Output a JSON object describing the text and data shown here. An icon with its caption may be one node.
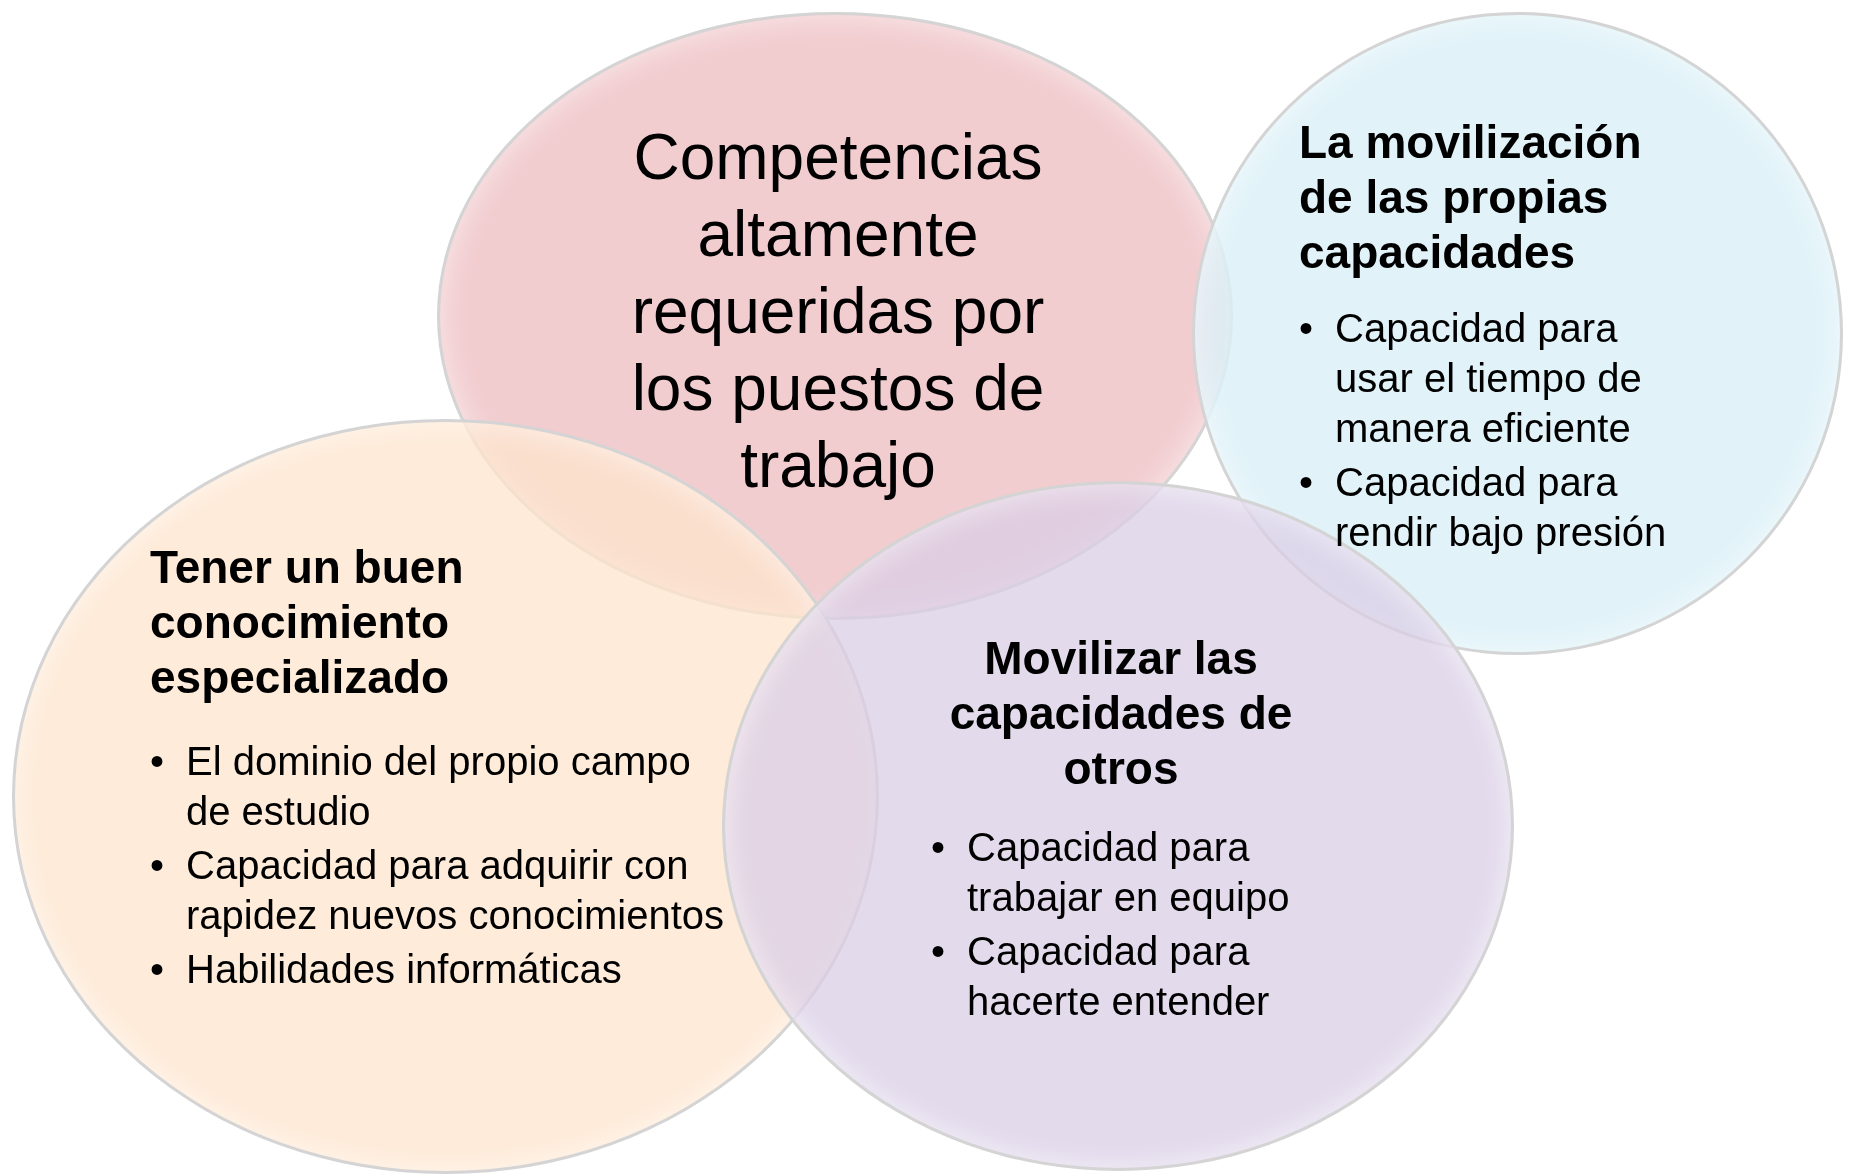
{
  "diagram": {
    "nodes": [
      {
        "text": [
          "Competencias altamente requeridas por los puestos de trabajo"
        ]
      },
      {
        "text": [
          "La movilización de las propias capacidades",
          "• Capacidad para usar el tiempo de manera eficiente",
          "• Capacidad para rendir bajo presión"
        ]
      },
      {
        "text": [
          "Tener un buen conocimiento especializado",
          "• El dominio del propio campo de estudio",
          "• Capacidad para adquirir con rapidez nuevos conocimientos",
          "• Habilidades informáticas"
        ]
      },
      {
        "text": [
          "Movilizar las capacidades de otros",
          "• Capacidad para trabajar en equipo",
          "• Capacidad para hacerte entender"
        ]
      }
    ]
  }
}
